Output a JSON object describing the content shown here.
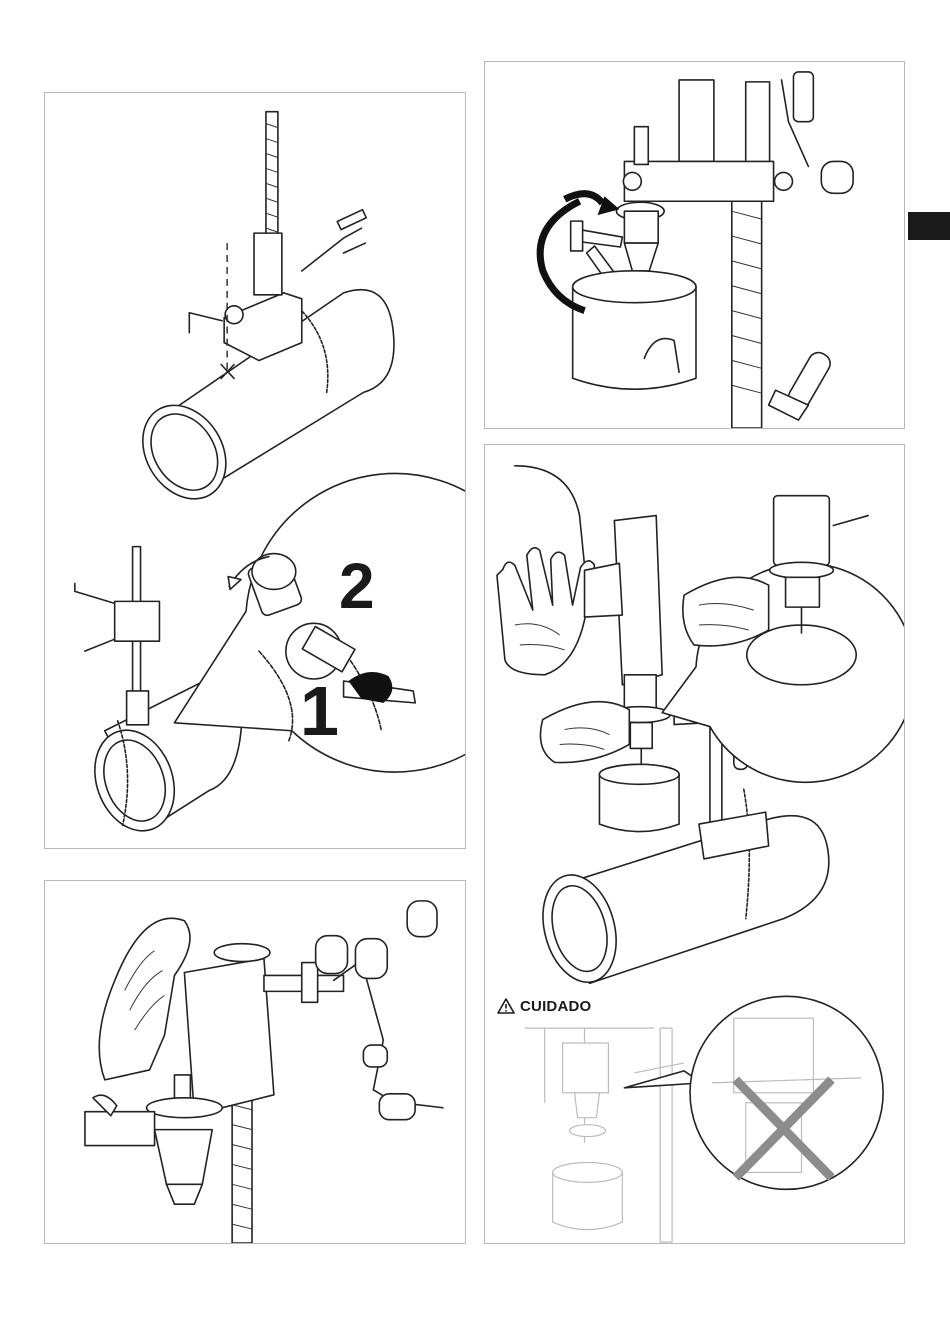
{
  "steps": {
    "step_1": "1",
    "step_2": "2"
  },
  "caution": {
    "label": "CUIDADO",
    "icon": "warning-triangle-icon"
  },
  "colors": {
    "ink": "#1a1a1a",
    "frame": "#b8b8b8",
    "prohibited": "#8c8c8c"
  }
}
